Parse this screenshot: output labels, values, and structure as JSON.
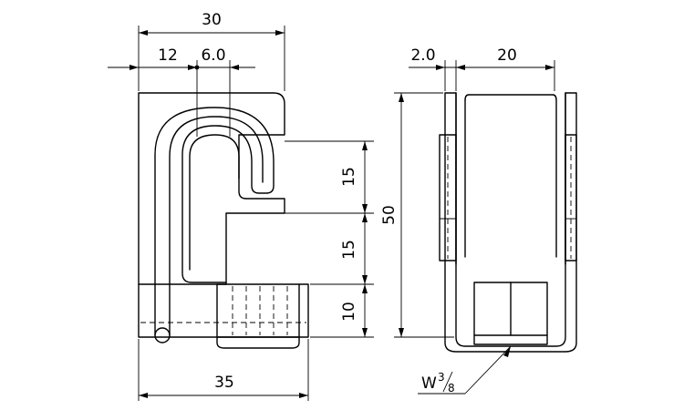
{
  "dimensions": {
    "top_width": "30",
    "offset_left": "12",
    "hook_gap": "6.0",
    "plate_thickness": "2.0",
    "side_width": "20",
    "overall_height": "50",
    "upper_slot": "15",
    "middle_slot": "15",
    "nut_height": "10",
    "base_width": "35"
  },
  "thread": {
    "prefix": "W",
    "numerator": "3",
    "denominator": "8"
  }
}
